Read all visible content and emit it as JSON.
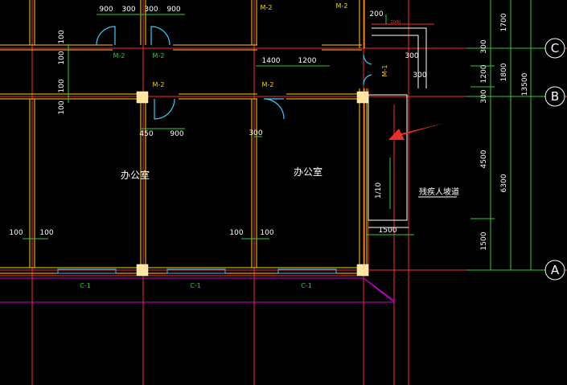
{
  "rooms": {
    "office_left": "办公室",
    "office_right": "办公室"
  },
  "ramp_label": "残疾人坡道",
  "ramp_slope": "1/10",
  "door_tags": {
    "m2": "M-2",
    "m1": "M-1"
  },
  "window_tag": "C-1",
  "axes": {
    "c": "C",
    "b": "B",
    "a": "A"
  },
  "dims_top": {
    "d900a": "900",
    "d300a": "300",
    "d300b": "300",
    "d900b": "900",
    "d200": "200",
    "d2000": "2000"
  },
  "dims_mid": {
    "d1400": "1400",
    "d1200": "1200",
    "d300c": "300",
    "d300d": "300"
  },
  "dims_door": {
    "d450": "450",
    "d900c": "900",
    "d300e": "300"
  },
  "dims_walls": {
    "d100": "100"
  },
  "dim_ramp_bottom": "1500",
  "dims_right_inner": {
    "d300": "300",
    "d1200": "1200",
    "d300b": "300",
    "d4500": "4500",
    "d1500": "1500"
  },
  "dims_right_mid": {
    "d1700": "1700",
    "d1800": "1800",
    "d6300": "6300"
  },
  "dims_right_outer": {
    "d13500": "13500"
  },
  "colors": {
    "wall": "#ff2a2a",
    "wall_yellow": "#ffd400",
    "door": "#33ccff",
    "dim_line": "#33cc33",
    "axis_line": "#ff2a2a",
    "outline": "#d000d0",
    "arrow": "#e8302a"
  }
}
